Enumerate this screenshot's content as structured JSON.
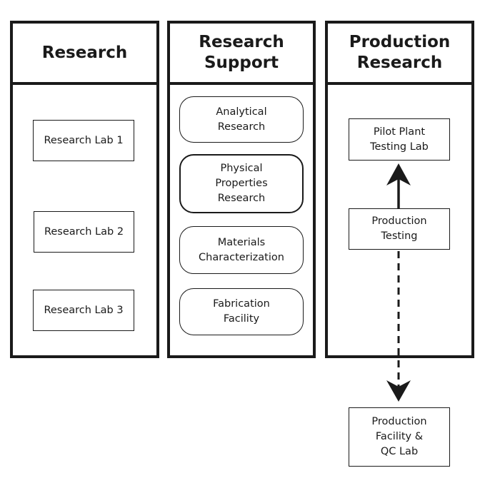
{
  "columns": [
    {
      "title": "Research",
      "items": [
        "Research Lab 1",
        "Research Lab 2",
        "Research Lab 3"
      ]
    },
    {
      "title": "Research\nSupport",
      "items": [
        "Analytical\nResearch",
        "Physical\nProperties\nResearch",
        "Materials\nCharacterization",
        "Fabrication\nFacility"
      ]
    },
    {
      "title": "Production\nResearch",
      "items": [
        "Pilot Plant\nTesting Lab",
        "Production\nTesting"
      ]
    }
  ],
  "outside": {
    "production_facility": "Production\nFacility &\nQC Lab"
  },
  "connections": [
    {
      "from": "Production Testing",
      "to": "Pilot Plant Testing Lab",
      "style": "solid"
    },
    {
      "from": "Production Testing",
      "to": "Production Facility & QC Lab",
      "style": "dashed"
    }
  ]
}
